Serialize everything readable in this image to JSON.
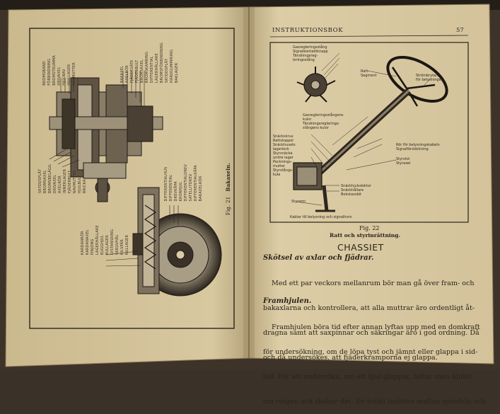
{
  "right_page": {
    "header": "INSTRUKTIONSBOK",
    "page_number": "57",
    "steering_labels_top_left": [
      "Gasregleringsstång",
      "Signalkontaktknapp",
      "Tändningsreg-",
      "leringsstång"
    ],
    "label_ratt": "Ratt",
    "label_segment": "Segment",
    "label_stromb": "Strömbrytare",
    "label_for_belysning": "för belysningen",
    "label_gasreg_kulor": [
      "Gasregleringsstångens",
      "kulor"
    ],
    "label_tand_kulor": [
      "Tändningsreglerings-",
      "stångens kulor"
    ],
    "labels_left_column": [
      "Snäckskruv",
      "Rattstoppel",
      "Snäckhusets",
      "lagerlock",
      "Styrsnäcka",
      "undre lager",
      "Packnings-",
      "mutter",
      "Styrstångs-",
      "kula"
    ],
    "label_ror": [
      "Rör för belysningskabeln",
      "Signalförstärkning"
    ],
    "label_styrstol": [
      "Styrstol",
      "Styraxel"
    ],
    "label_snack": [
      "Snäckhjulsdoktor",
      "Snäckhållare",
      "Bokstavsbit"
    ],
    "label_styrarm": "Styrarm",
    "label_kablar": "Kablar till belysning och signalhorn",
    "fig_number": "Fig. 22",
    "fig_caption": "Ratt och styrinrättning.",
    "section_title": "CHASSIET",
    "subheading_1": "Skötsel av axlar och fjädrar.",
    "paragraph_1": [
      "Med ett par veckors mellanrum bör man gå över fram- och",
      "bakaxlarna och kontrollera, att alla muttrar äro ordentligt åt-",
      "dragna samt att saxpinnar och säkringar äro i god ordning. Då",
      "och då undersökes, att fjäderkramporna ej glappa."
    ],
    "subheading_2": "Framhjulen.",
    "paragraph_2": [
      "Framhjulen böra tid efter annan lyftas upp med en domkraft",
      "för undersökning, om de löpa tyst och jämnt eller glappa i sid-",
      "led. För att undersöka, om ett hjul glappar, fattar man hjulet",
      "om ringen och skakar det. En träkil insättes mellan spindeln och"
    ]
  },
  "left_page": {
    "fig_number": "Fig. 21",
    "fig_caption": "Bakaxeln.",
    "labels_top_left": [
      "BROMSBAND",
      "FÖRBINDNING",
      "BROMSTRUMMA",
      "DRIVAXEL",
      "HJULNAV",
      "HJULLAGER",
      "NAVMUTTER"
    ],
    "labels_top_right": [
      "BAKAXEL",
      "AXELRÖR",
      "FJÄDERSÄTE",
      "FJÄDERBULT",
      "BROMSAXEL",
      "BROMSKAMRING",
      "DIFFERENTIAL",
      "LAGERHÅLLARE",
      "BROMSFÖRBINDNING",
      "SKYDDSPLÅT",
      "HARDGUMMIRING",
      "BAKLAGER"
    ],
    "labels_mid_left": [
      "SKYDDSPLÅT",
      "BROMSAXEL",
      "BROMSBELÄGG",
      "DRIVAXEL",
      "AXELRÖR",
      "INNERLAGER",
      "FJÄDERBULT",
      "NAVMUTTER",
      "HJULBULT",
      "BRICKA"
    ],
    "labels_mid_right": [
      "DIFFERENTIALHUS",
      "DIFFERENTIAL",
      "DREVKÅPA",
      "KRONHJUL",
      "DIFFERENTIALDREV",
      "SATELLITDREV",
      "DIFFERENTIALKÅPA",
      "BAKAXELRÖR"
    ],
    "labels_bottom_left": [
      "KARDANRÖR",
      "KARDANAXEL",
      "PINJONG",
      "LAGERHÅLLARE",
      "KUGGHJUL",
      "KULLAGER",
      "DISTANSRING",
      "SKRUVHÅL",
      "KILSPÅR",
      "RULLAGER"
    ]
  }
}
